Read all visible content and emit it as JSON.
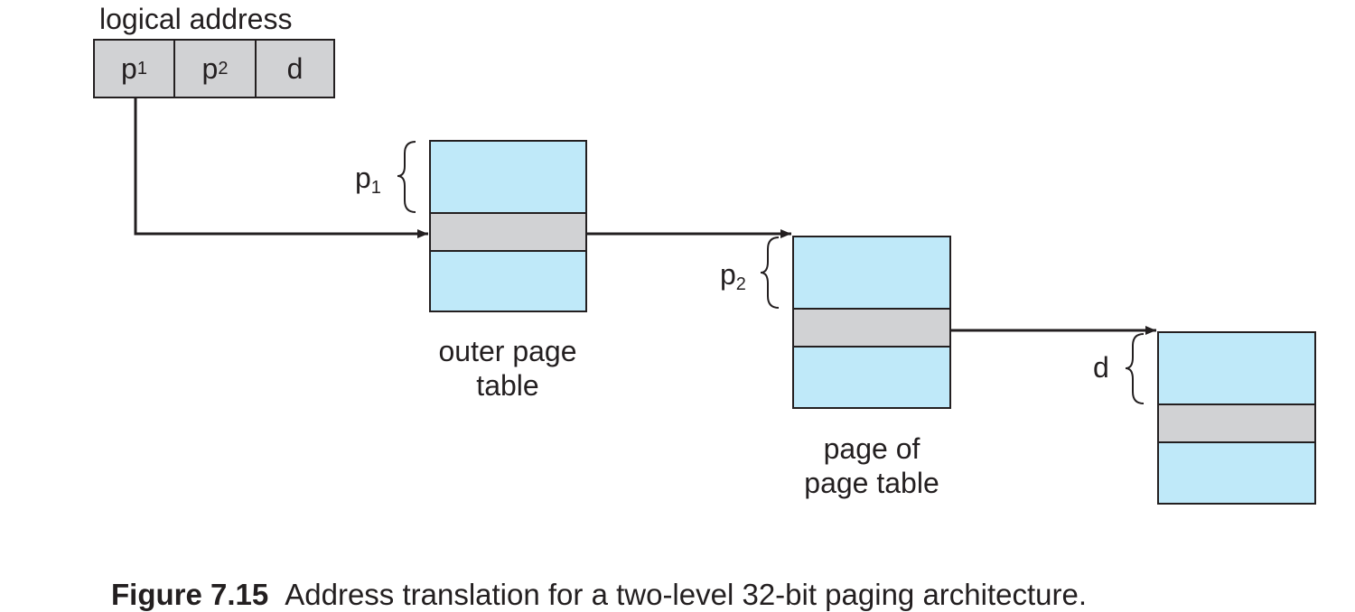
{
  "header": {
    "title": "logical address"
  },
  "address_fields": [
    {
      "var": "p",
      "sub": "1"
    },
    {
      "var": "p",
      "sub": "2"
    },
    {
      "var": "d",
      "sub": ""
    }
  ],
  "tables": {
    "outer": {
      "label_line1": "outer page",
      "label_line2": "table",
      "row_var": "p",
      "row_sub": "1"
    },
    "inner": {
      "label_line1": "page of",
      "label_line2": "page table",
      "row_var": "p",
      "row_sub": "2"
    },
    "frame": {
      "row_var": "d",
      "row_sub": ""
    }
  },
  "caption": {
    "number": "Figure 7.15",
    "text": "Address translation for a two-level 32-bit paging architecture."
  },
  "colors": {
    "table_fill": "#bfe9f9",
    "highlight_fill": "#d1d2d4",
    "cell_fill": "#d1d2d4",
    "stroke": "#231f20"
  }
}
